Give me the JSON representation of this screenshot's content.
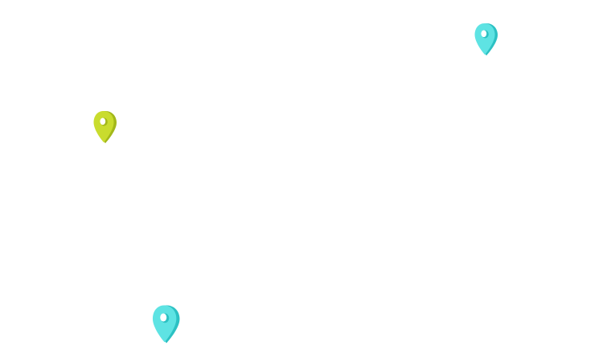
{
  "map": {
    "background": "#ffffff",
    "markers": [
      {
        "id": "marker-top-right",
        "icon": "map-pin-icon",
        "color": "#5ee3e3",
        "shade": "#2cc1c3"
      },
      {
        "id": "marker-left",
        "icon": "map-pin-icon",
        "color": "#c9dc2e",
        "shade": "#a3b81a"
      },
      {
        "id": "marker-bottom-left",
        "icon": "map-pin-icon",
        "color": "#5ee3e3",
        "shade": "#2cc1c3"
      }
    ]
  }
}
